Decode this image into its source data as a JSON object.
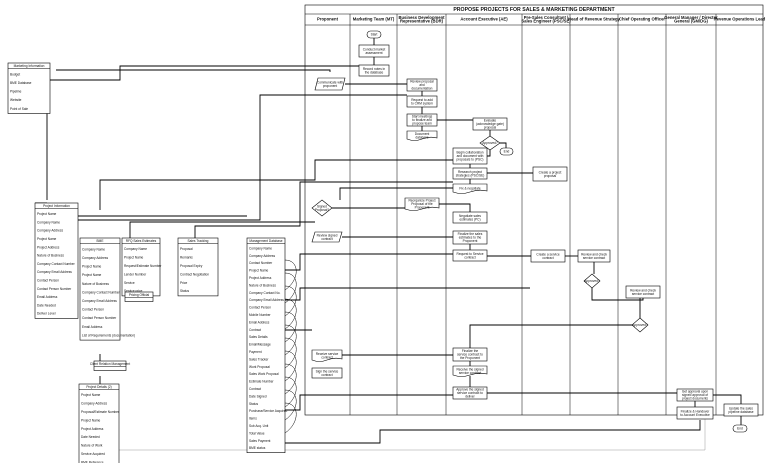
{
  "title": "PROPOSE PROJECTS FOR SALES & MARKETING DEPARTMENT",
  "lanes": [
    "Proponent",
    "Marketing Team (MT)",
    "Business Development Representative (BDR)",
    "Account Executive (AE)",
    "Pre-Sales Consultant / Sales Engineer (PSC/SE)",
    "Head of Revenue Strategy",
    "Chief Operating Officer",
    "General Manager / Director General (GM/DG)",
    "Revenue Operations Lead"
  ],
  "process": [
    {
      "id": "start",
      "text": "Start"
    },
    {
      "id": "p1",
      "text": "Conduct market assessment"
    },
    {
      "id": "p2",
      "text": "Record notes in the database"
    },
    {
      "id": "p3",
      "text": "Communicate with proponent"
    },
    {
      "id": "p4",
      "text": "Review proposal and documentation from"
    },
    {
      "id": "p5",
      "text": "Request to add to CRM system"
    },
    {
      "id": "p6",
      "text": "Start meetings to finalize and propose team"
    },
    {
      "id": "p7",
      "text": "Document database"
    },
    {
      "id": "p8",
      "text": "Evaluate (acknowledge gate) proposal"
    },
    {
      "id": "d1",
      "text": "Approved?"
    },
    {
      "id": "e1",
      "text": "End"
    },
    {
      "id": "p9",
      "text": "Begin collaboration and document with proposals to (PSC)"
    },
    {
      "id": "p10",
      "text": "Research project strategies (PSC/SE)"
    },
    {
      "id": "p11",
      "text": "Create a project proposal"
    },
    {
      "id": "p12",
      "text": "Fix & negotiate"
    },
    {
      "id": "d2",
      "text": "Signed Proposal?"
    },
    {
      "id": "p13",
      "text": "Reorganize Project Proposal of the Proponent"
    },
    {
      "id": "p14",
      "text": "Negotiate sales estimates (PC)"
    },
    {
      "id": "p15",
      "text": "Review signed contract"
    },
    {
      "id": "p16",
      "text": "Finalize the sales estimates to the Proponent"
    },
    {
      "id": "p17",
      "text": "Request to Service contract"
    },
    {
      "id": "p18",
      "text": "Create a service contract"
    },
    {
      "id": "p19",
      "text": "Review and check service contract"
    },
    {
      "id": "d3",
      "text": "Approved?"
    },
    {
      "id": "p20",
      "text": "Review and check service contract"
    },
    {
      "id": "d4",
      "text": "Approved?"
    },
    {
      "id": "p21",
      "text": "Receive service contract"
    },
    {
      "id": "p22",
      "text": "Sign the service contract"
    },
    {
      "id": "p23",
      "text": "Finalize the service contract to the Proponent"
    },
    {
      "id": "p24",
      "text": "Receive the signed service contract"
    },
    {
      "id": "p25",
      "text": "Approve the signed service contract to deliver"
    },
    {
      "id": "p26",
      "text": "Get approval upon signed approval of project documents"
    },
    {
      "id": "p27",
      "text": "Update the sales pipeline database"
    },
    {
      "id": "p28",
      "text": "Finalize & Handover to Account Executive"
    },
    {
      "id": "e2",
      "text": "End"
    }
  ],
  "tables": [
    {
      "id": "t1",
      "title": "Marketing Information",
      "rows": [
        "Budget",
        "BME Database",
        "Pipeline",
        "Website",
        "Point of Sale"
      ]
    },
    {
      "id": "t2",
      "title": "Project Information",
      "rows": [
        "Project Name",
        "Company Name",
        "Company Address",
        "Project Name",
        "Project Address",
        "Nature of Business",
        "Company Contact Number",
        "Company Email Address",
        "Contact Person",
        "Contact Person Number",
        "Email Address",
        "Date Needed",
        "Deliver Level"
      ]
    },
    {
      "id": "t3",
      "title": "BME",
      "rows": [
        "Company Name",
        "Company Address",
        "Project Name",
        "Project Name",
        "Nature of Business",
        "Company Contact Number",
        "Company Email Address",
        "Contact Person",
        "Contact Person Number",
        "Email Address",
        "List of Requirements (documentation)"
      ]
    },
    {
      "id": "t4",
      "title": "Client Relation Management",
      "rows": []
    },
    {
      "id": "t5",
      "title": "Project Details (2)",
      "rows": [
        "Project Name",
        "Company Address",
        "Proposal/Estimate Number",
        "Project Name",
        "Project Address",
        "Date Needed",
        "Nature of Work",
        "Service Acquired",
        "BME Reference"
      ]
    },
    {
      "id": "t6",
      "title": "RFQ Sales Estimates",
      "rows": [
        "Company Name",
        "Project Name",
        "Request/Estimate Number",
        "Lender Number",
        "Service",
        "Service price"
      ]
    },
    {
      "id": "t7",
      "title": "Pricing Official",
      "rows": []
    },
    {
      "id": "t8",
      "title": "Sales Tracking",
      "rows": [
        "Proposal",
        "Remarks",
        "Proposal Expiry",
        "Contract Negotiation",
        "Price",
        "Status"
      ]
    },
    {
      "id": "t9",
      "title": "Management Database",
      "rows": [
        "Company Name",
        "Company Address",
        "Contact Number",
        "Project Name",
        "Project Address",
        "Nature of Business",
        "Company Contact No.",
        "Company Email Address",
        "Contact Person",
        "Mobile Number",
        "Email Address",
        "Contract",
        "Sales Details",
        "Email/Message",
        "Payment",
        "Sales Tracker",
        "Work Proposal",
        "Sales Work Proposal",
        "Estimate Number",
        "Contract",
        "Date Signed",
        "Status",
        "Purchase/Service Acquired",
        "Items",
        "Sub Acq. Unit",
        "Total Value",
        "Sales Payment",
        "BME status"
      ]
    }
  ]
}
